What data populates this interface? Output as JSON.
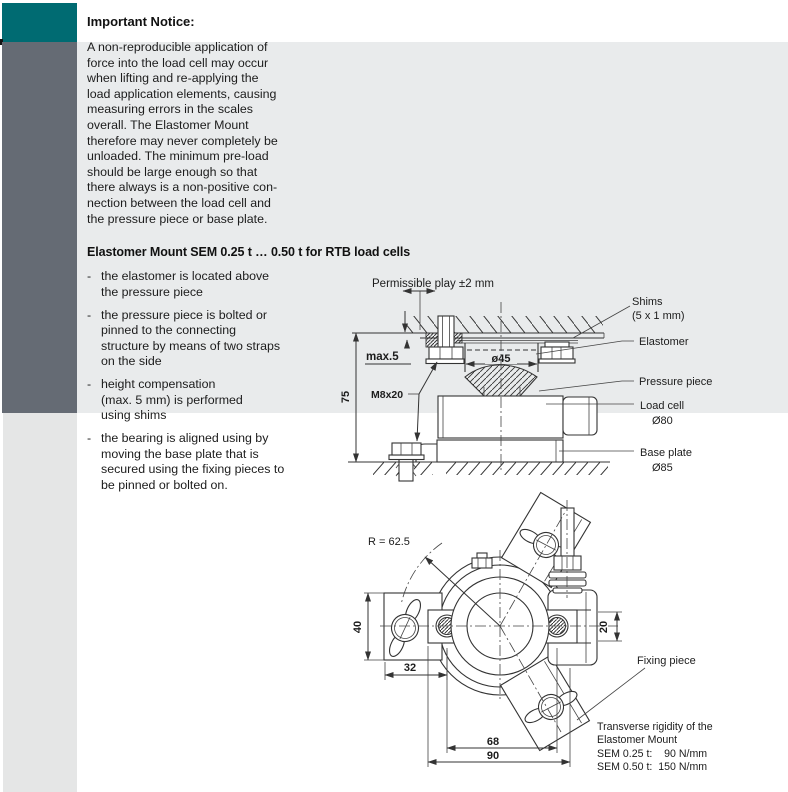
{
  "colors": {
    "teal_square": "#006b72",
    "dark_sidebar": "#656b74",
    "gray_band": "#e9ebec",
    "left_strip": "#e5e6e6",
    "line": "#333333",
    "text": "#1c1c1c"
  },
  "notice": {
    "title": "Important Notice:",
    "body": "A non-reproducible application of\nforce into the load cell may occur\nwhen lifting and re-applying the\nload application elements, causing\nmeasuring errors in the scales\noverall. The Elastomer Mount\ntherefore may never completely be\nunloaded. The minimum pre-load\nshould be large enough so that\nthere always is a non-positive con-\nnection between the load cell and\nthe pressure piece or base plate."
  },
  "section": {
    "heading": "Elastomer Mount SEM 0.25 t … 0.50 t for RTB load cells",
    "bullet_marker": "-",
    "bullets": [
      "the elastomer is located above\nthe pressure piece",
      "the pressure piece is bolted or\npinned to the connecting\nstructure by means of two straps\non the side",
      "height compensation\n(max. 5 mm) is performed\nusing shims",
      "the bearing is aligned using by\nmoving the base plate that is\nsecured using the fixing pieces to\nbe pinned or bolted on."
    ]
  },
  "side_view": {
    "permissible_play": "Permissible play ±2 mm",
    "max_play": "max.5",
    "height_dim": "75",
    "bolt_spec": "M8x20",
    "elastomer_dia": "ø45",
    "shims_label": "Shims",
    "shims_size": "(5 x 1 mm)",
    "elastomer_label": "Elastomer",
    "pressure_piece_label": "Pressure piece",
    "load_cell_label": "Load cell",
    "load_cell_dia": "Ø80",
    "base_plate_label": "Base plate",
    "base_plate_dia": "Ø85"
  },
  "top_view": {
    "radius_label": "R = 62.5",
    "plate_height_dim": "40",
    "plate_width_dim": "32",
    "bolt_span_dim": "68",
    "base_width_dim": "90",
    "strap_width_dim": "20",
    "fixing_piece_label": "Fixing piece",
    "rigidity_note": "Transverse rigidity of the\nElastomer Mount\nSEM 0.25 t:    90 N/mm\nSEM 0.50 t:  150 N/mm"
  }
}
